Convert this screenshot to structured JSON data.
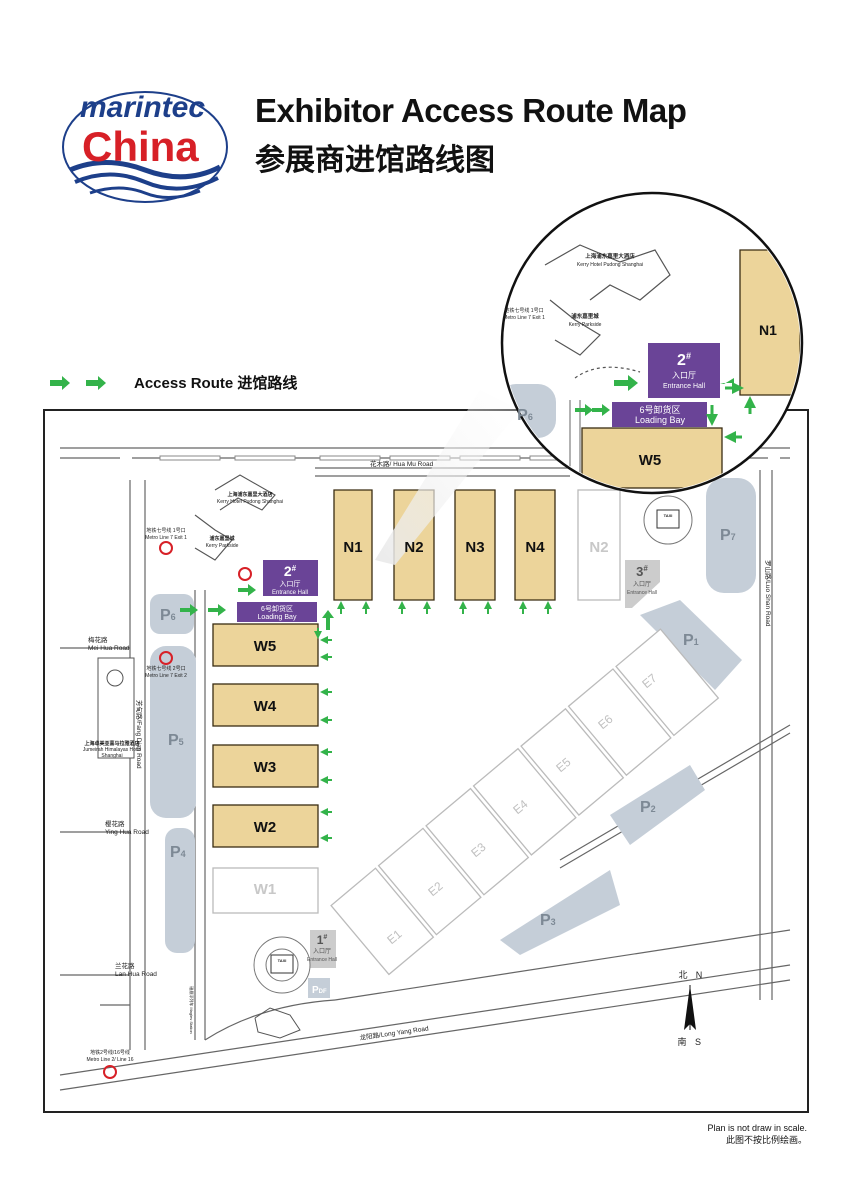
{
  "header": {
    "logo_top": "marintec",
    "logo_bottom": "China",
    "title_en": "Exhibitor Access Route Map",
    "title_cn": "参展商进馆路线图"
  },
  "legend": {
    "label": "Access Route 进馆路线"
  },
  "footer": {
    "note_en": "Plan is not draw in scale.",
    "note_cn": "此图不按比例绘画。"
  },
  "halls": [
    {
      "id": "N1",
      "label": "N1"
    },
    {
      "id": "N2",
      "label": "N2"
    },
    {
      "id": "N3",
      "label": "N3"
    },
    {
      "id": "N4",
      "label": "N4"
    },
    {
      "id": "N2g",
      "label": "N2"
    },
    {
      "id": "W5",
      "label": "W5"
    },
    {
      "id": "W4",
      "label": "W4"
    },
    {
      "id": "W3",
      "label": "W3"
    },
    {
      "id": "W2",
      "label": "W2"
    },
    {
      "id": "W1",
      "label": "W1"
    },
    {
      "id": "E1",
      "label": "E1"
    },
    {
      "id": "E2",
      "label": "E2"
    },
    {
      "id": "E3",
      "label": "E3"
    },
    {
      "id": "E4",
      "label": "E4"
    },
    {
      "id": "E5",
      "label": "E5"
    },
    {
      "id": "E6",
      "label": "E6"
    },
    {
      "id": "E7",
      "label": "E7"
    }
  ],
  "parking": [
    {
      "id": "P1",
      "label": "P",
      "sub": "1"
    },
    {
      "id": "P2",
      "label": "P",
      "sub": "2"
    },
    {
      "id": "P3",
      "label": "P",
      "sub": "3"
    },
    {
      "id": "P4",
      "label": "P",
      "sub": "4"
    },
    {
      "id": "P5",
      "label": "P",
      "sub": "5"
    },
    {
      "id": "P6",
      "label": "P",
      "sub": "6"
    },
    {
      "id": "P7",
      "label": "P",
      "sub": "7"
    },
    {
      "id": "PDF",
      "label": "P",
      "sub": "DF"
    }
  ],
  "entrances": {
    "e2": {
      "num": "2",
      "mark": "#",
      "cn": "入口厅",
      "en": "Entrance Hall"
    },
    "e3": {
      "num": "3",
      "mark": "#",
      "cn": "入口厅",
      "en": "Entrance Hall"
    },
    "e1": {
      "num": "1",
      "mark": "#",
      "cn": "入口厅",
      "en": "Entrance Hall"
    }
  },
  "loading_bay": {
    "cn": "6号卸货区",
    "en": "Loading Bay"
  },
  "roads": {
    "hua_mu": "花木路/ Hua Mu Road",
    "mei_hua_cn": "梅花路",
    "mei_hua_en": "Mei Hua Road",
    "ying_hua_cn": "樱花路",
    "ying_hua_en": "Ying Hua Road",
    "lan_hua_cn": "兰花路",
    "lan_hua_en": "Lan Hua Road",
    "fang_dian": "芳甸路/Fang Dian Road",
    "long_yang": "龙阳路/Long Yang Road",
    "luo_shan": "罗山路/Luo Shan Road"
  },
  "landmarks": {
    "kerry_hotel_cn": "上海浦东嘉里大酒店",
    "kerry_hotel_en": "Kerry Hotel Pudong Shanghai",
    "kerry_parkside_cn": "浦东嘉里城",
    "kerry_parkside_en": "Kerry Parkside",
    "metro7_exit1_cn": "地铁七号线 1号口",
    "metro7_exit1_en": "Metro Line 7 Exit 1",
    "metro7_exit2_cn": "地铁七号线 2号口",
    "metro7_exit2_en": "Metro Line 7 Exit 2",
    "jumeirah_cn": "上海卓美亚喜马拉雅酒店",
    "jumeirah_en": "Jumeirah Himalayas Hotel",
    "jumeirah_city": "Shanghai",
    "metro2_16_cn": "地铁2号线/16号线",
    "metro2_16_en": "Metro Line 2/ Line 16",
    "maglev": "磁悬浮列车 Maglev Station",
    "taxi": "TAXI"
  },
  "compass": {
    "north_cn": "北",
    "north_en": "N",
    "south_cn": "南",
    "south_en": "S"
  },
  "colors": {
    "hall": "#ecd49a",
    "hall_edge": "#3a2c12",
    "parking": "#c5ced8",
    "entrance": "#6a4497",
    "arrow": "#33b34a",
    "ghost": "#cccccc"
  }
}
